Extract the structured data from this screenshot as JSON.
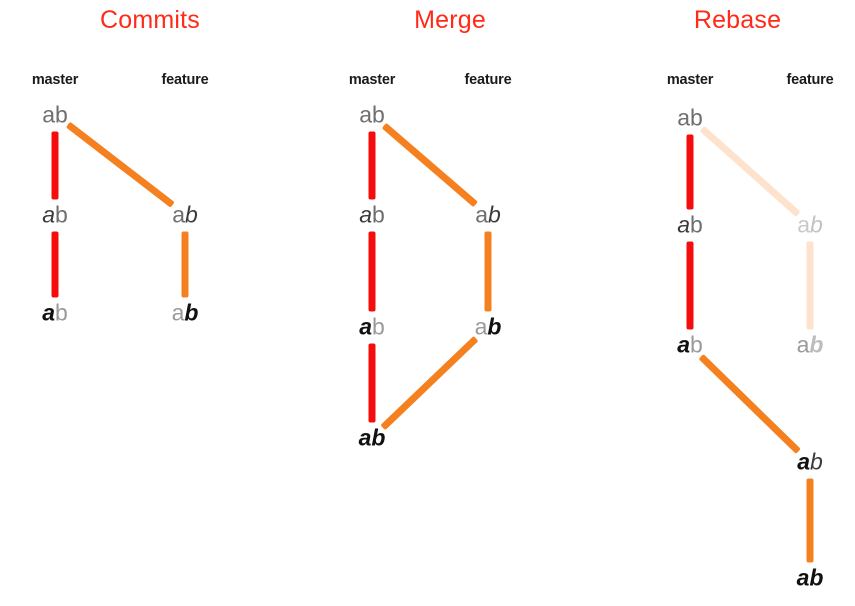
{
  "figure": {
    "title_color": "#ff2a18",
    "edge_colors": {
      "master": "#f50c0c",
      "feature": "#f5801f"
    },
    "background": "#ffffff"
  },
  "panels": [
    {
      "id": "commits",
      "title": "Commits",
      "columns": [
        {
          "id": "master",
          "label": "master"
        },
        {
          "id": "feature",
          "label": "feature"
        }
      ],
      "nodes": [
        {
          "id": "c-m0",
          "column": "master",
          "label": "ab",
          "a_style": "plain",
          "b_style": "plain",
          "faded": false
        },
        {
          "id": "c-m1",
          "column": "master",
          "label": "ab",
          "a_style": "it",
          "b_style": "plain",
          "faded": false
        },
        {
          "id": "c-m2",
          "column": "master",
          "label": "ab",
          "a_style": "bi",
          "b_style": "dim",
          "faded": false
        },
        {
          "id": "c-f1",
          "column": "feature",
          "label": "ab",
          "a_style": "plain",
          "b_style": "it",
          "faded": false
        },
        {
          "id": "c-f2",
          "column": "feature",
          "label": "ab",
          "a_style": "dim",
          "b_style": "bi",
          "faded": false
        }
      ],
      "edges": [
        {
          "id": "c-e1",
          "from": "c-m0",
          "to": "c-m1",
          "color": "master",
          "faded": false
        },
        {
          "id": "c-e2",
          "from": "c-m1",
          "to": "c-m2",
          "color": "master",
          "faded": false
        },
        {
          "id": "c-e3",
          "from": "c-m0",
          "to": "c-f1",
          "color": "feature",
          "faded": false
        },
        {
          "id": "c-e4",
          "from": "c-f1",
          "to": "c-f2",
          "color": "feature",
          "faded": false
        }
      ]
    },
    {
      "id": "merge",
      "title": "Merge",
      "columns": [
        {
          "id": "master",
          "label": "master"
        },
        {
          "id": "feature",
          "label": "feature"
        }
      ],
      "nodes": [
        {
          "id": "g-m0",
          "column": "master",
          "label": "ab",
          "a_style": "plain",
          "b_style": "plain",
          "faded": false
        },
        {
          "id": "g-m1",
          "column": "master",
          "label": "ab",
          "a_style": "it",
          "b_style": "plain",
          "faded": false
        },
        {
          "id": "g-m2",
          "column": "master",
          "label": "ab",
          "a_style": "bi",
          "b_style": "dim",
          "faded": false
        },
        {
          "id": "g-m3",
          "column": "master",
          "label": "ab",
          "a_style": "bi",
          "b_style": "bi",
          "faded": false
        },
        {
          "id": "g-f1",
          "column": "feature",
          "label": "ab",
          "a_style": "plain",
          "b_style": "it",
          "faded": false
        },
        {
          "id": "g-f2",
          "column": "feature",
          "label": "ab",
          "a_style": "dim",
          "b_style": "bi",
          "faded": false
        }
      ],
      "edges": [
        {
          "id": "g-e1",
          "from": "g-m0",
          "to": "g-m1",
          "color": "master",
          "faded": false
        },
        {
          "id": "g-e2",
          "from": "g-m1",
          "to": "g-m2",
          "color": "master",
          "faded": false
        },
        {
          "id": "g-e3",
          "from": "g-m2",
          "to": "g-m3",
          "color": "master",
          "faded": false
        },
        {
          "id": "g-e4",
          "from": "g-m0",
          "to": "g-f1",
          "color": "feature",
          "faded": false
        },
        {
          "id": "g-e5",
          "from": "g-f1",
          "to": "g-f2",
          "color": "feature",
          "faded": false
        },
        {
          "id": "g-e6",
          "from": "g-f2",
          "to": "g-m3",
          "color": "feature",
          "faded": false
        }
      ]
    },
    {
      "id": "rebase",
      "title": "Rebase",
      "columns": [
        {
          "id": "master",
          "label": "master"
        },
        {
          "id": "feature",
          "label": "feature"
        }
      ],
      "nodes": [
        {
          "id": "r-m0",
          "column": "master",
          "label": "ab",
          "a_style": "plain",
          "b_style": "plain",
          "faded": false
        },
        {
          "id": "r-m1",
          "column": "master",
          "label": "ab",
          "a_style": "it",
          "b_style": "plain",
          "faded": false
        },
        {
          "id": "r-m2",
          "column": "master",
          "label": "ab",
          "a_style": "bi",
          "b_style": "dim",
          "faded": false
        },
        {
          "id": "r-f1",
          "column": "feature",
          "label": "ab",
          "a_style": "plain",
          "b_style": "it",
          "faded": true
        },
        {
          "id": "r-f2",
          "column": "feature",
          "label": "ab",
          "a_style": "dim",
          "b_style": "bi",
          "faded": true
        },
        {
          "id": "r-f3",
          "column": "feature",
          "label": "ab",
          "a_style": "bi",
          "b_style": "it",
          "faded": false
        },
        {
          "id": "r-f4",
          "column": "feature",
          "label": "ab",
          "a_style": "bi",
          "b_style": "bi",
          "faded": false
        }
      ],
      "edges": [
        {
          "id": "r-e1",
          "from": "r-m0",
          "to": "r-m1",
          "color": "master",
          "faded": false
        },
        {
          "id": "r-e2",
          "from": "r-m1",
          "to": "r-m2",
          "color": "master",
          "faded": false
        },
        {
          "id": "r-e3",
          "from": "r-m0",
          "to": "r-f1",
          "color": "feature",
          "faded": true
        },
        {
          "id": "r-e4",
          "from": "r-f1",
          "to": "r-f2",
          "color": "feature",
          "faded": true
        },
        {
          "id": "r-e5",
          "from": "r-m2",
          "to": "r-f3",
          "color": "feature",
          "faded": false
        },
        {
          "id": "r-e6",
          "from": "r-f3",
          "to": "r-f4",
          "color": "feature",
          "faded": false
        }
      ]
    }
  ]
}
